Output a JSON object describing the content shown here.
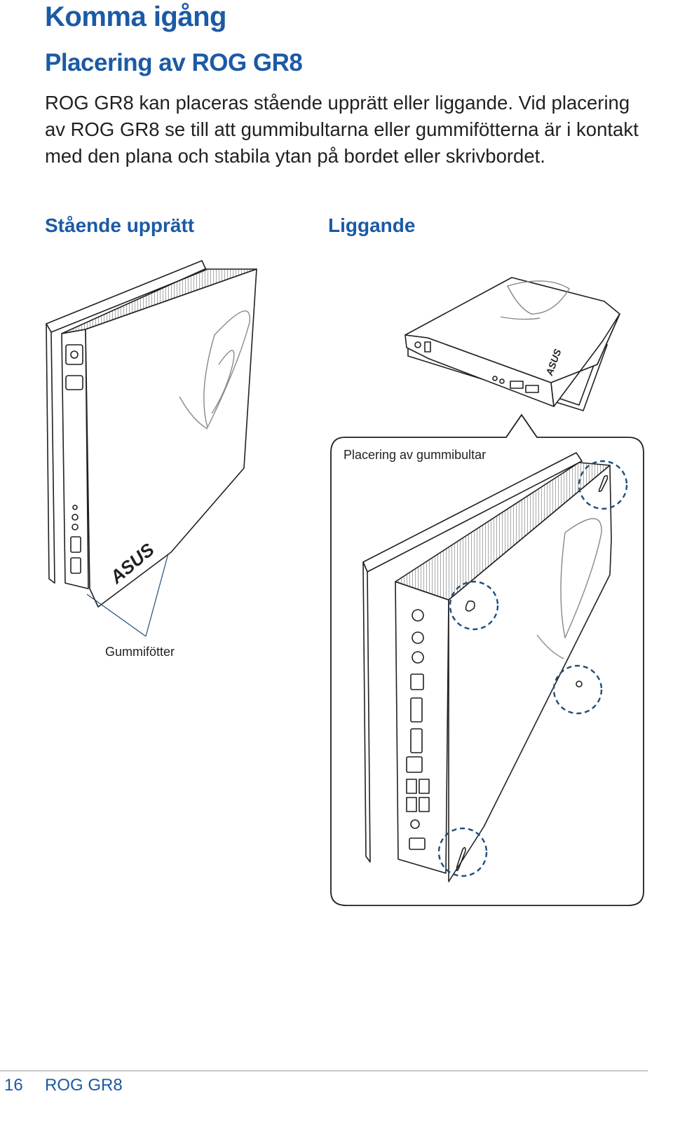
{
  "header": {
    "chapter_title": "Komma igång",
    "section_title": "Placering av ROG GR8"
  },
  "body": {
    "intro_text": "ROG GR8 kan placeras stående upprätt eller liggande. Vid placering av ROG GR8 se till att gummibultarna eller gummifötterna är i kontakt med den plana och stabila ytan på bordet eller skrivbordet."
  },
  "illustrations": {
    "standing_heading": "Stående upprätt",
    "lying_heading": "Liggande",
    "feet_label": "Gummifötter",
    "bumpers_label": "Placering av gummibultar",
    "brand_logo": "ASUS",
    "callout_color": "#1f4e79"
  },
  "footer": {
    "page_number": "16",
    "product_name": "ROG GR8"
  }
}
